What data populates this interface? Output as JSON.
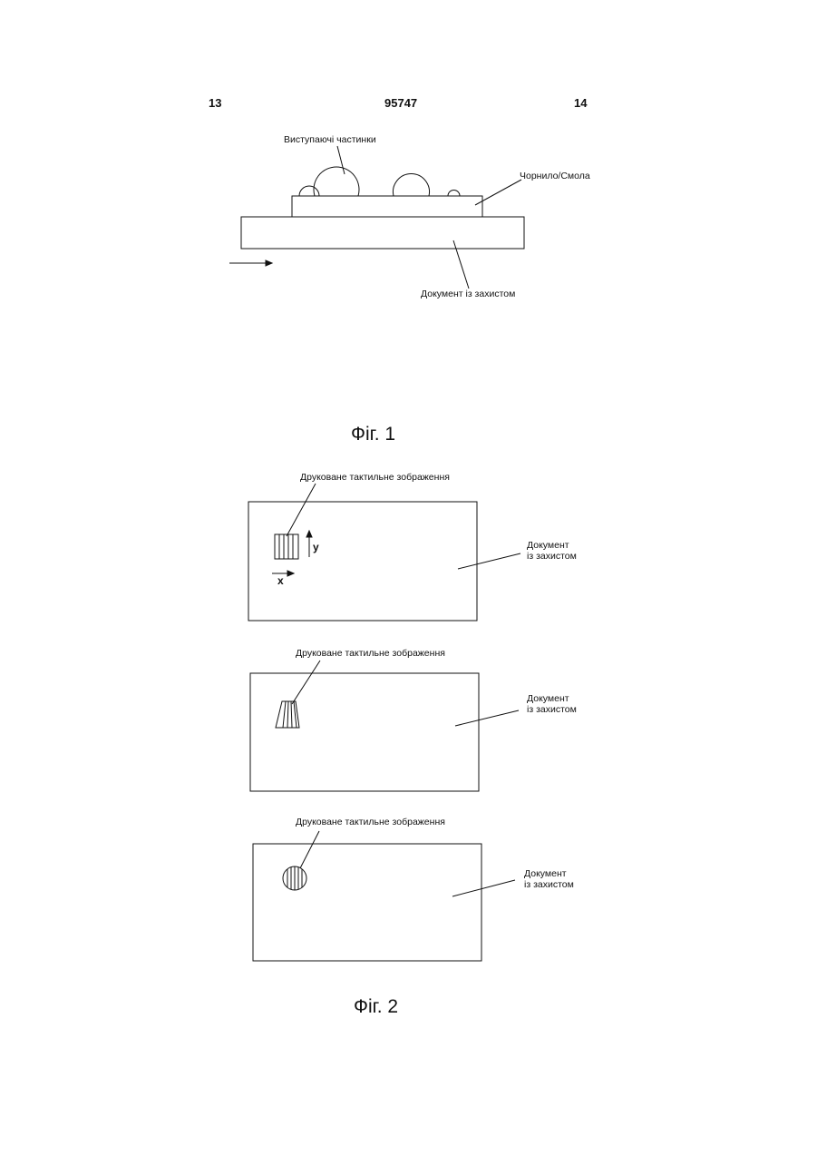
{
  "header": {
    "page_left": "13",
    "patent_number": "95747",
    "page_right": "14"
  },
  "figure1": {
    "label_particles": "Виступаючі частинки",
    "label_ink": "Чорнило/Смола",
    "label_document": "Документ із захистом",
    "caption": "Фіг. 1"
  },
  "figure2": {
    "panels": [
      {
        "label_image": "Друковане тактильне зображення",
        "label_document_line1": "Документ",
        "label_document_line2": "із захистом",
        "axis_y": "y",
        "axis_x": "x"
      },
      {
        "label_image": "Друковане тактильне зображення",
        "label_document_line1": "Документ",
        "label_document_line2": "із захистом"
      },
      {
        "label_image": "Друковане тактильне зображення",
        "label_document_line1": "Документ",
        "label_document_line2": "із захистом"
      }
    ],
    "caption": "Фіг. 2"
  }
}
